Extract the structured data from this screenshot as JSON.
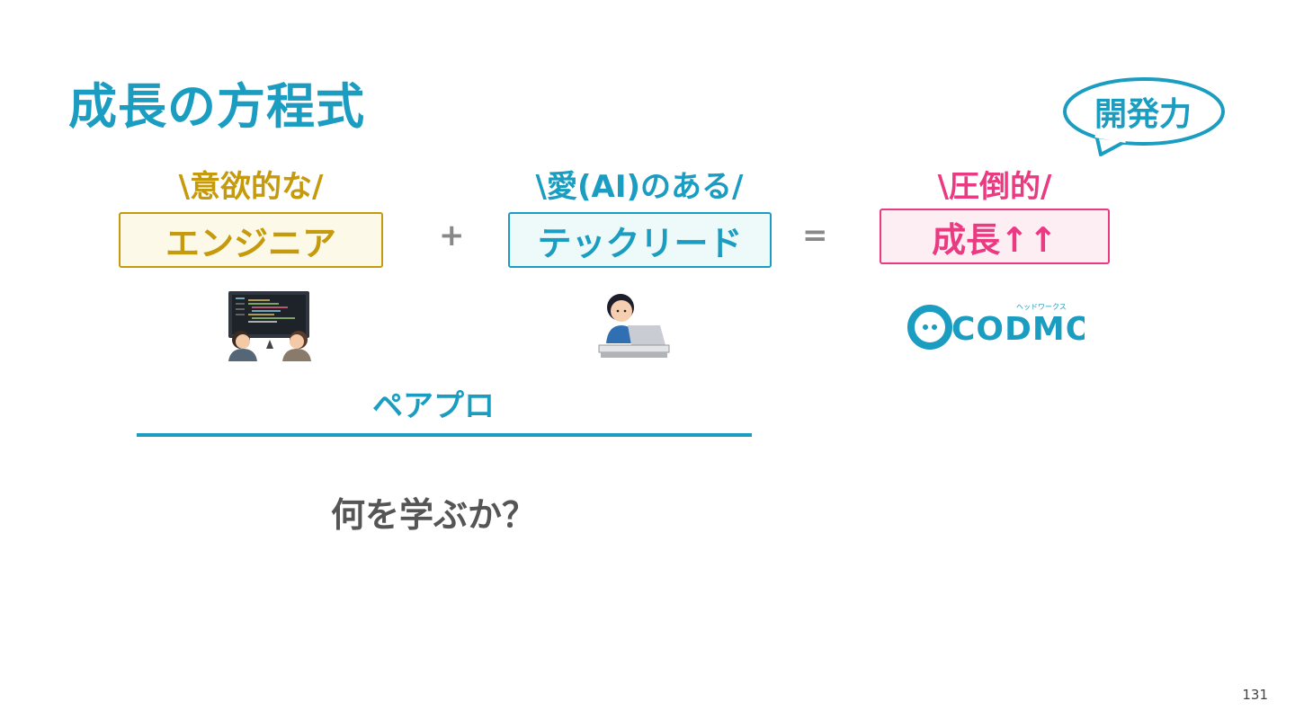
{
  "slide": {
    "title": "成長の方程式",
    "bubble": "開発力",
    "page_number": "131"
  },
  "equation": {
    "term1": {
      "label": "\\意欲的な/",
      "box": "エンジニア",
      "color": "#c59a0c",
      "bg": "#fdf9e8"
    },
    "plus": "+",
    "term2": {
      "label": "\\愛(AI)のある/",
      "box": "テックリード",
      "color": "#1a9dc0",
      "bg": "#eefafa"
    },
    "equals": "=",
    "term3": {
      "label": "\\圧倒的/",
      "box": "成長↑↑",
      "color": "#ea3a82",
      "bg": "#fdeef4"
    }
  },
  "logo": {
    "text": "CODMON",
    "tagline": "ヘッドワークス",
    "color": "#1a9dc0"
  },
  "section": {
    "pair_programming": "ペアプロ",
    "question": "何を学ぶか？"
  }
}
